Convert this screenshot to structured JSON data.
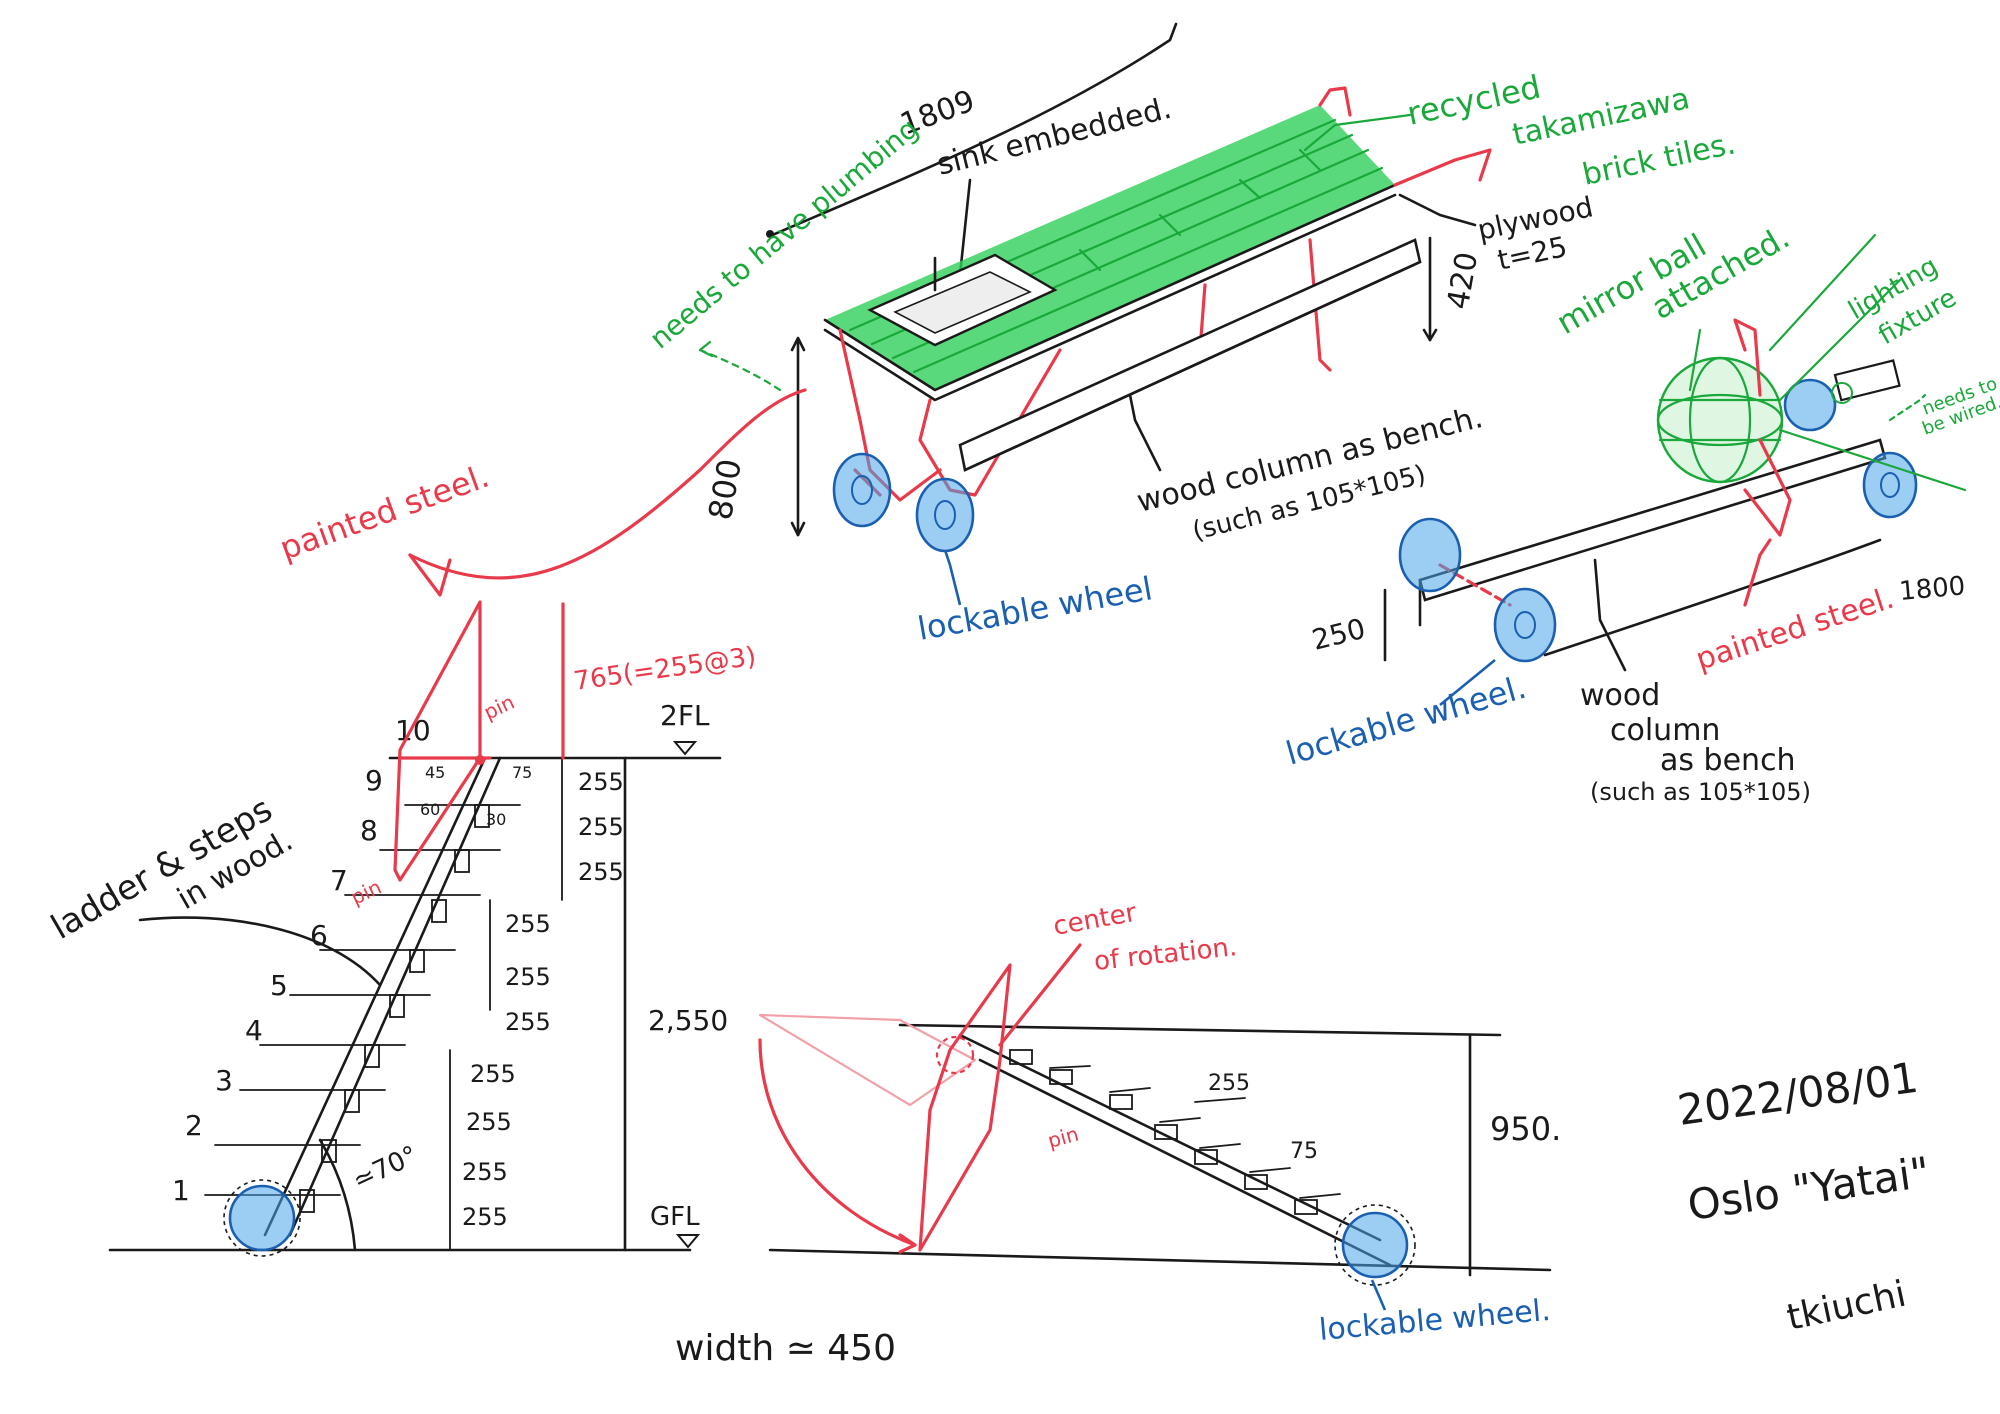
{
  "colors": {
    "ink": "#1a1a1a",
    "steel_red": "#e83a4a",
    "tile_green": "#1aa83a",
    "wheel_blue": "#1b5fb0"
  },
  "top_cart": {
    "length": "1809",
    "sink": "sink embedded.",
    "plumbing": "needs to have plumbing",
    "tiles": [
      "recycled",
      "takamizawa",
      "brick tiles."
    ],
    "plywood": [
      "plywood",
      "t=25"
    ],
    "height_low": "420",
    "height_total": "800",
    "steel": "painted steel.",
    "bench": [
      "wood column as bench.",
      "(such as 105*105)"
    ],
    "wheel": "lockable wheel"
  },
  "mirror_cart": {
    "mirror": [
      "mirror ball",
      "attached."
    ],
    "lighting": [
      "lighting",
      "fixture"
    ],
    "wired": [
      "needs to",
      "be wired."
    ],
    "steel": "painted steel.",
    "length": "1800",
    "height": "250",
    "wheel": "lockable wheel.",
    "bench": [
      "wood",
      "column",
      "as bench",
      "(such as 105*105)"
    ]
  },
  "ladder": {
    "title": [
      "ladder & steps",
      "in wood."
    ],
    "top_dim": "765(=255@3)",
    "floor_top": "2FL",
    "floor_bottom": "GFL",
    "pin": "pin",
    "step_numbers": [
      "1",
      "2",
      "3",
      "4",
      "5",
      "6",
      "7",
      "8",
      "9",
      "10"
    ],
    "step_dims": [
      "255",
      "255",
      "255",
      "255",
      "255",
      "255",
      "255",
      "255",
      "255",
      "255"
    ],
    "total_height": "2,550",
    "angle": "≃70°",
    "detail": [
      "45",
      "75",
      "60",
      "30"
    ],
    "width": "width ≃ 450"
  },
  "rotated": {
    "center": [
      "center",
      "of rotation."
    ],
    "pin": "pin",
    "step_dim": "255",
    "tread_dim": "75",
    "height": "950.",
    "wheel": "lockable wheel."
  },
  "signature": {
    "date": "2022/08/01",
    "project": "Oslo \"Yatai\"",
    "author": "tkiuchi"
  }
}
